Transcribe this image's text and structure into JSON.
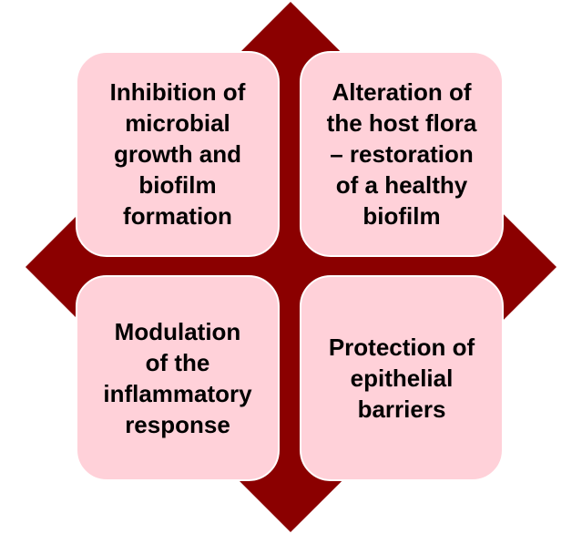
{
  "colors": {
    "diamond": "#8B0000",
    "box": "#FFD1D9"
  },
  "boxes": [
    {
      "text": "Inhibition of\nmicrobial\ngrowth and\nbiofilm\nformation"
    },
    {
      "text": "Alteration of\nthe host flora\n– restoration\nof a healthy\nbiofilm"
    },
    {
      "text": "Modulation\nof the\ninflammatory\nresponse"
    },
    {
      "text": "Protection of\nepithelial\nbarriers"
    }
  ]
}
